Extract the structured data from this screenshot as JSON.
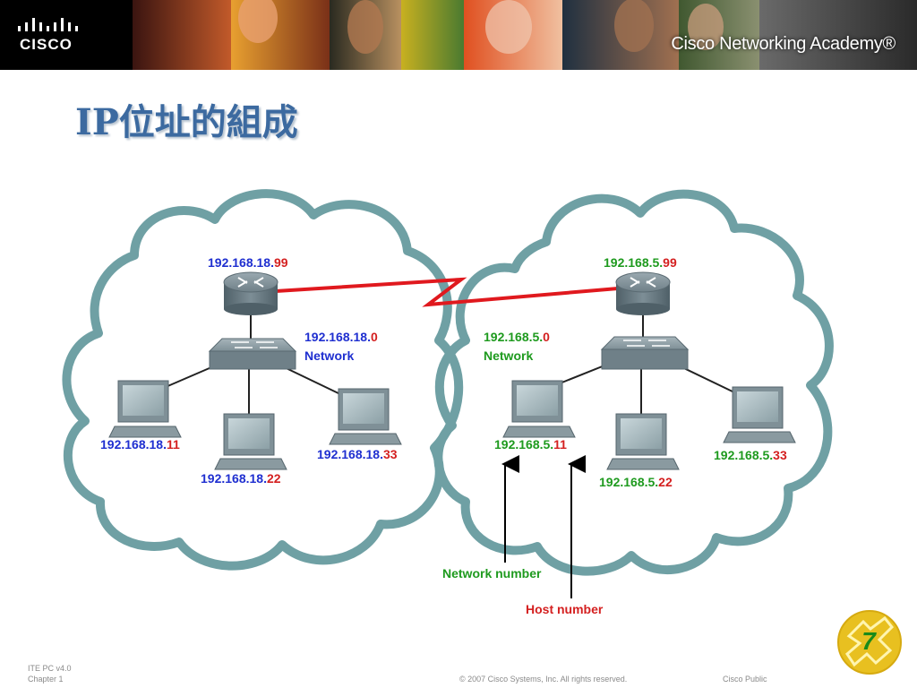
{
  "header": {
    "logo_text": "CISCO",
    "academy_text": "Cisco Networking Academy®"
  },
  "slide": {
    "title": "IP位址的組成"
  },
  "diagram": {
    "left": {
      "router_ip_prefix": "192.168.18.",
      "router_ip_suffix": "99",
      "network_ip_prefix": "192.168.18.",
      "network_ip_suffix": "0",
      "network_label": "Network",
      "hosts": [
        {
          "prefix": "192.168.18.",
          "suffix": "11"
        },
        {
          "prefix": "192.168.18.",
          "suffix": "22"
        },
        {
          "prefix": "192.168.18.",
          "suffix": "33"
        }
      ]
    },
    "right": {
      "router_ip_prefix": "192.168.5.",
      "router_ip_suffix": "99",
      "network_ip_prefix": "192.168.5.",
      "network_ip_suffix": "0",
      "network_label": "Network",
      "hosts": [
        {
          "prefix": "192.168.5.",
          "suffix": "11"
        },
        {
          "prefix": "192.168.5.",
          "suffix": "22"
        },
        {
          "prefix": "192.168.5.",
          "suffix": "33"
        }
      ]
    },
    "network_number_label": "Network number",
    "host_number_label": "Host number",
    "colors": {
      "left_prefix": "#1f2fd0",
      "right_prefix": "#1e9a1e",
      "suffix": "#d42020",
      "cloud_stroke": "#6fa0a4",
      "wan_link": "#e0191e"
    }
  },
  "footer": {
    "course": "ITE PC v4.0",
    "chapter": "Chapter 1",
    "copyright": "© 2007 Cisco Systems, Inc. All rights reserved.",
    "classification": "Cisco Public",
    "page_number": "7"
  }
}
